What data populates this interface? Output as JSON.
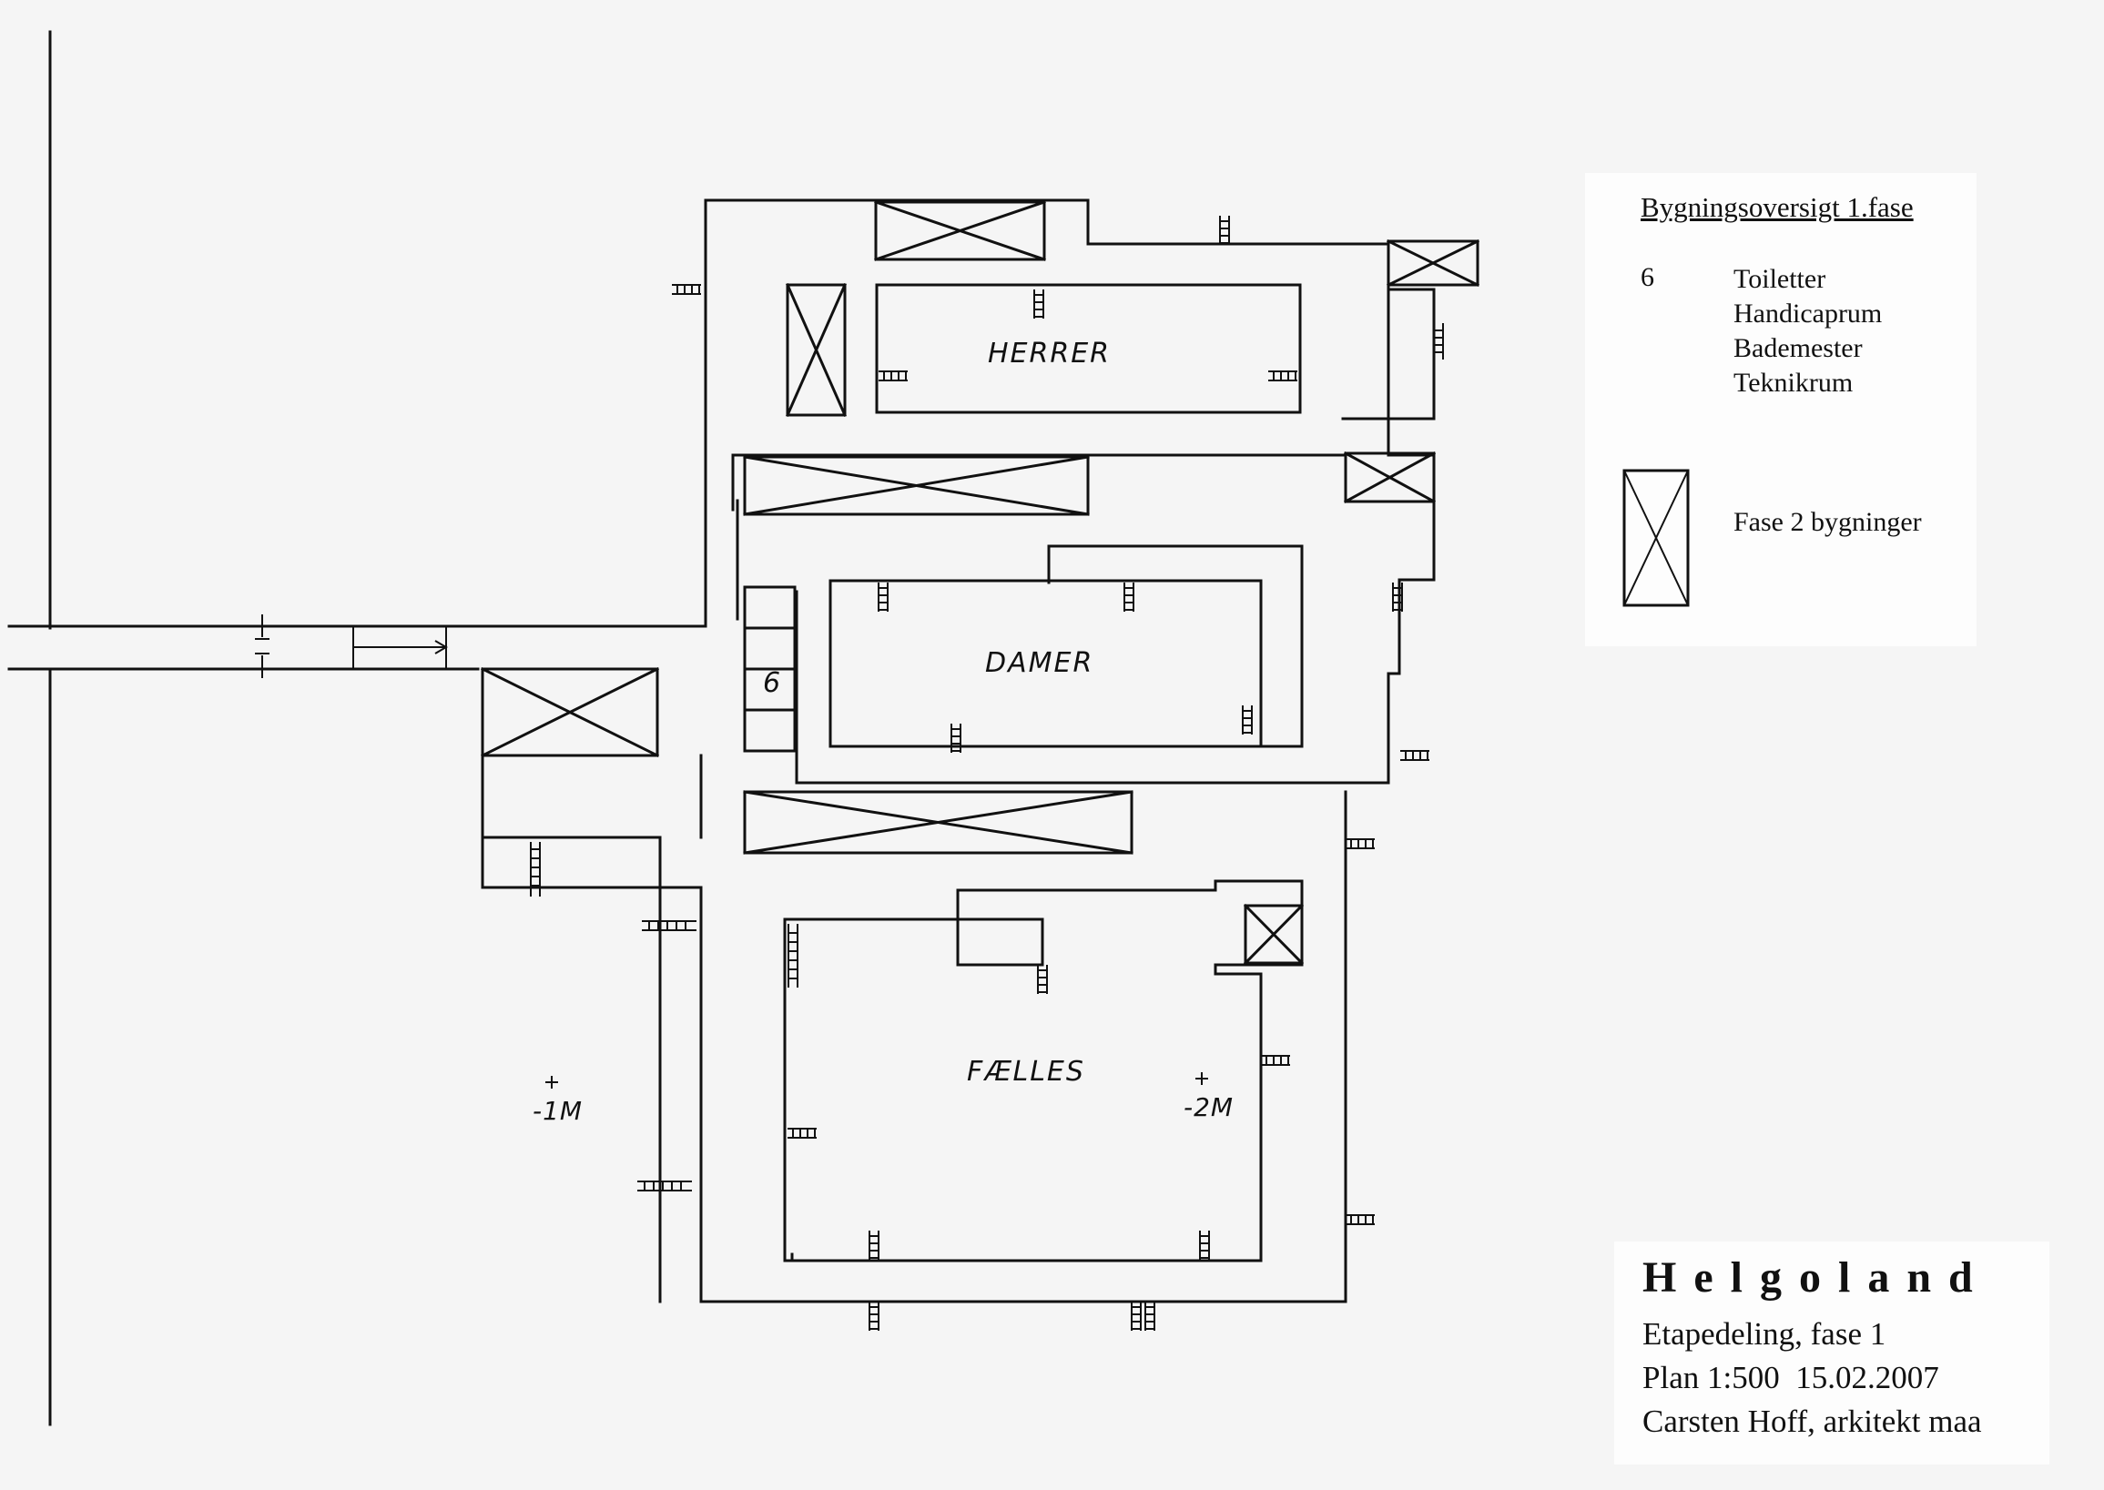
{
  "plan": {
    "rooms": {
      "herrer": "HERRER",
      "damer": "DAMER",
      "faelles": "FÆLLES",
      "toilet_count": "6"
    },
    "levels": {
      "left": "-1M",
      "right": "-2M"
    }
  },
  "legend": {
    "title": "Bygningsoversigt 1.fase",
    "count": "6",
    "items": [
      "Toiletter",
      "Handicaprum",
      "Bademester",
      "Teknikrum"
    ],
    "phase2_label": "Fase 2 bygninger"
  },
  "titleblock": {
    "name": "Helgoland",
    "subtitle": "Etapedeling, fase 1",
    "plan_line": "Plan 1:500  15.02.2007",
    "author": "Carsten Hoff, arkitekt maa"
  }
}
